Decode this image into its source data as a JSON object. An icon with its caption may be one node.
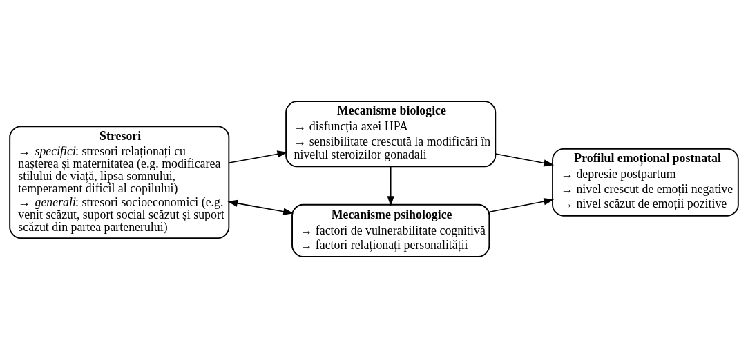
{
  "diagram": {
    "nodes": [
      {
        "text": [
          "Stresori",
          "→ *specifici*: stresori relaționați cu nașterea și maternitatea (e.g. modificarea stilului de viață, lipsa somnului, temperament dificil al copilului)",
          "→ *generali*: stresori socioeconomici (e.g. venit scăzut, suport social scăzut și suport scăzut din partea partenerului)"
        ]
      },
      {
        "text": [
          "Mecanisme biologice",
          "→ disfuncția axei HPA",
          "→ sensibilitate crescută la modificări în nivelul steroizilor gonadali"
        ]
      },
      {
        "text": [
          "Mecanisme psihologice",
          "→ factori de vulnerabilitate cognitivă",
          "→ factori relaționați personalității"
        ]
      },
      {
        "text": [
          "Profilul emoțional postnatal",
          "→ depresie postpartum",
          "→ nivel crescut de emoții negative",
          "→ nivel scăzut de emoții pozitive"
        ]
      }
    ],
    "edges": [
      {
        "from": 0,
        "to": 1,
        "arrow": "to"
      },
      {
        "from": 1,
        "to": 3,
        "arrow": "to"
      },
      {
        "from": 1,
        "to": 2,
        "arrow": "to"
      },
      {
        "from": 0,
        "to": 2,
        "arrow": "both"
      },
      {
        "from": 2,
        "to": 3,
        "arrow": "to"
      }
    ]
  }
}
